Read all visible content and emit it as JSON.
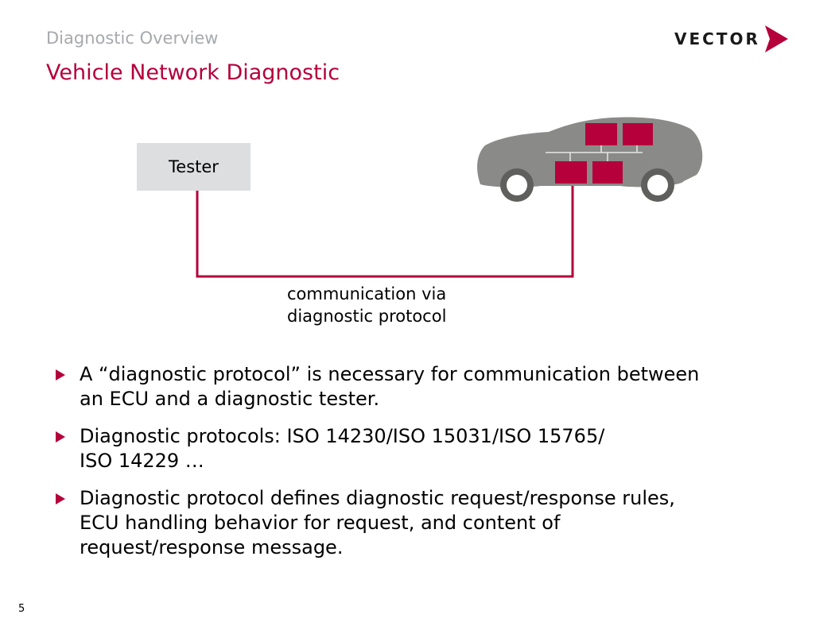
{
  "header": {
    "section_title": "Diagnostic Overview",
    "slide_title": "Vehicle Network Diagnostic",
    "logo_text": "VECTOR"
  },
  "colors": {
    "accent": "#b5003c",
    "section_gray": "#a7a9ac",
    "tester_box": "#dcdee0",
    "car_body": "#8a8a88"
  },
  "diagram": {
    "tester_label": "Tester",
    "connection_label_line1": "communication via",
    "connection_label_line2": "diagnostic protocol",
    "car_icon": "car-icon",
    "ecu_count": 4
  },
  "bullets": [
    {
      "line1": "A “diagnostic protocol” is necessary for communication between",
      "line2": "an ECU and a diagnostic tester."
    },
    {
      "line1": "Diagnostic protocols: ISO 14230/ISO 15031/ISO 15765/",
      "line2": "ISO 14229 …"
    },
    {
      "line1": "Diagnostic protocol defines diagnostic request/response rules,",
      "line2": "ECU handling behavior for request, and content of",
      "line3": "request/response message."
    }
  ],
  "footer": {
    "page_number": "5"
  }
}
